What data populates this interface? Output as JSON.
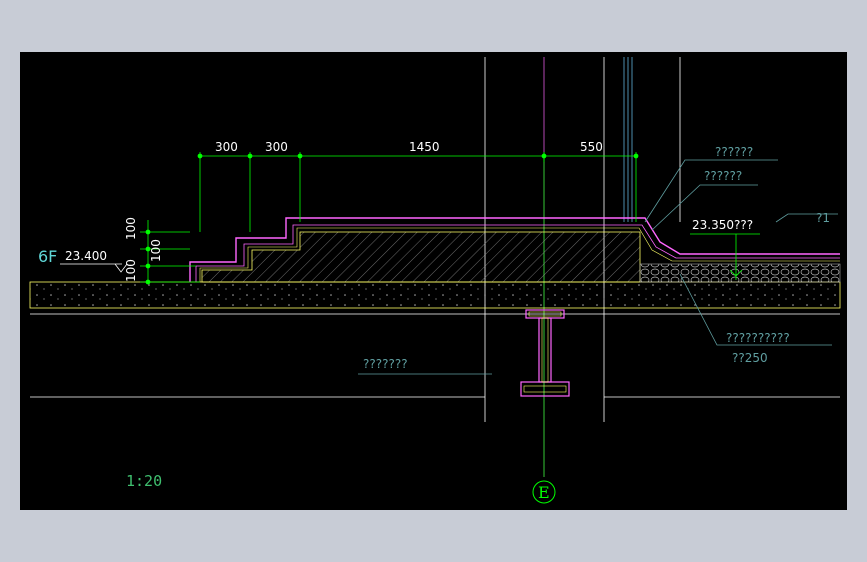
{
  "drawing": {
    "scale": "1:20",
    "floor_label": "6F",
    "floor_elevation": "23.400",
    "roof_elevation": "23.350???",
    "axis_label": "E",
    "dimensions": {
      "top": [
        "300",
        "300",
        "1450",
        "550"
      ],
      "left": [
        "100",
        "100",
        "100"
      ]
    },
    "annotations": {
      "a1": "??????",
      "a2": "??????",
      "a3": "?1",
      "a4": "??????????",
      "a5": "??250",
      "beam": "???????"
    }
  },
  "colors": {
    "background": "#000000",
    "frame": "#c8ccd6",
    "dimension": "#00ff00",
    "annotation": "#5f9ea0",
    "membrane": "#ff66ff",
    "concrete_edge": "#ffff66",
    "structure": "#ffffff"
  }
}
